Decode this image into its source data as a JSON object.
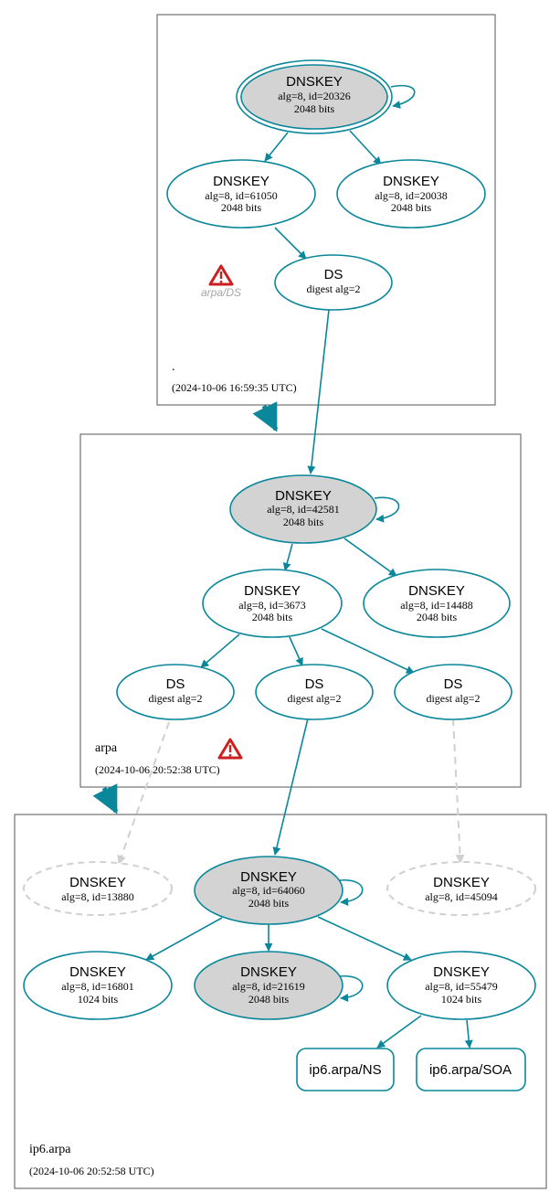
{
  "colors": {
    "edge": "#0a879a",
    "ksk_fill": "#d3d3d3",
    "dashed": "#d0d0d0",
    "warn_red": "#cc1f1f"
  },
  "zones": {
    "root": {
      "name": ".",
      "timestamp": "(2024-10-06 16:59:35 UTC)"
    },
    "arpa": {
      "name": "arpa",
      "timestamp": "(2024-10-06 20:52:38 UTC)"
    },
    "ip6": {
      "name": "ip6.arpa",
      "timestamp": "(2024-10-06 20:52:58 UTC)"
    }
  },
  "nodes": {
    "root_ksk": {
      "title": "DNSKEY",
      "line1": "alg=8, id=20326",
      "line2": "2048 bits"
    },
    "root_zsk1": {
      "title": "DNSKEY",
      "line1": "alg=8, id=61050",
      "line2": "2048 bits"
    },
    "root_zsk2": {
      "title": "DNSKEY",
      "line1": "alg=8, id=20038",
      "line2": "2048 bits"
    },
    "root_ds": {
      "title": "DS",
      "line1": "digest alg=2"
    },
    "arpa_ksk": {
      "title": "DNSKEY",
      "line1": "alg=8, id=42581",
      "line2": "2048 bits"
    },
    "arpa_zsk1": {
      "title": "DNSKEY",
      "line1": "alg=8, id=3673",
      "line2": "2048 bits"
    },
    "arpa_zsk2": {
      "title": "DNSKEY",
      "line1": "alg=8, id=14488",
      "line2": "2048 bits"
    },
    "arpa_ds1": {
      "title": "DS",
      "line1": "digest alg=2"
    },
    "arpa_ds2": {
      "title": "DS",
      "line1": "digest alg=2"
    },
    "arpa_ds3": {
      "title": "DS",
      "line1": "digest alg=2"
    },
    "ip6_missing1": {
      "title": "DNSKEY",
      "line1": "alg=8, id=13880"
    },
    "ip6_ksk": {
      "title": "DNSKEY",
      "line1": "alg=8, id=64060",
      "line2": "2048 bits"
    },
    "ip6_missing2": {
      "title": "DNSKEY",
      "line1": "alg=8, id=45094"
    },
    "ip6_zsk1": {
      "title": "DNSKEY",
      "line1": "alg=8, id=16801",
      "line2": "1024 bits"
    },
    "ip6_ksk2": {
      "title": "DNSKEY",
      "line1": "alg=8, id=21619",
      "line2": "2048 bits"
    },
    "ip6_zsk2": {
      "title": "DNSKEY",
      "line1": "alg=8, id=55479",
      "line2": "1024 bits"
    },
    "ip6_ns": {
      "title": "ip6.arpa/NS"
    },
    "ip6_soa": {
      "title": "ip6.arpa/SOA"
    }
  },
  "warning": {
    "label": "arpa/DS",
    "icon": "warning-triangle-icon"
  }
}
